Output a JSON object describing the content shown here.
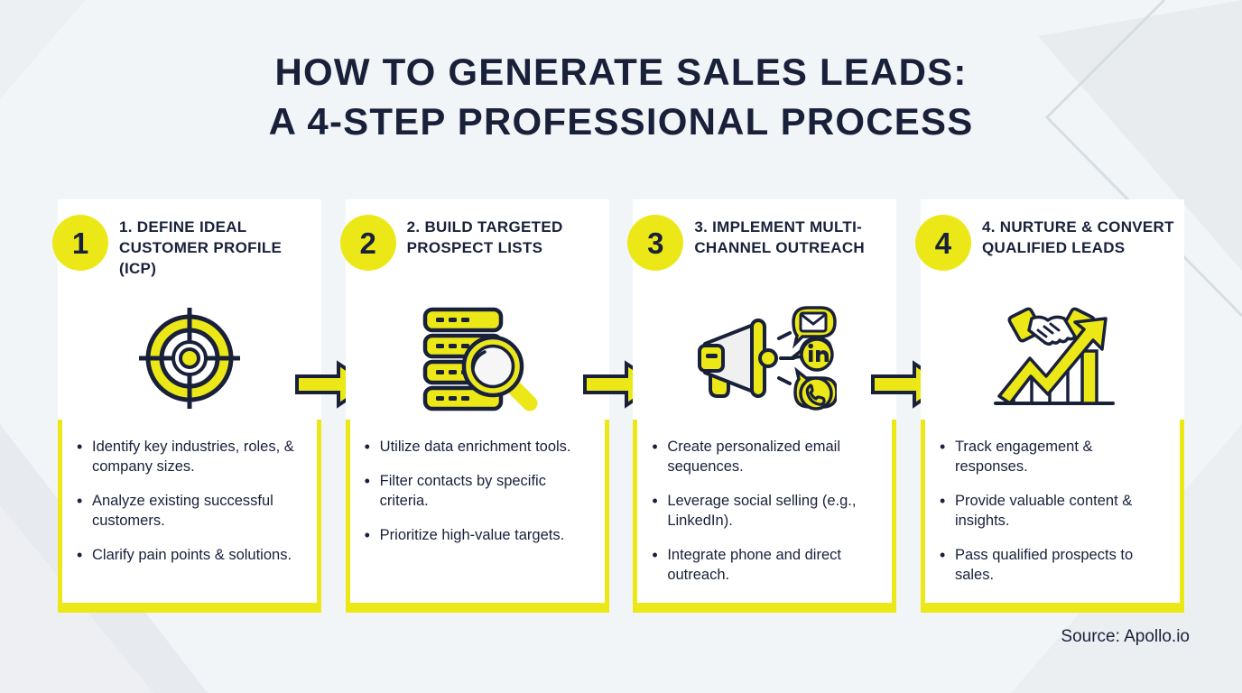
{
  "title": {
    "line1": "HOW TO GENERATE SALES LEADS:",
    "line2": "A 4-STEP PROFESSIONAL PROCESS"
  },
  "colors": {
    "accent_yellow": "#ece818",
    "dark_navy": "#19213a",
    "background": "#f2f5f7",
    "card_background": "#ffffff"
  },
  "steps": [
    {
      "number": "1",
      "title": "1. DEFINE IDEAL CUSTOMER PROFILE (ICP)",
      "icon": "target-crosshair-icon",
      "bullets": [
        "Identify key industries, roles, & company sizes.",
        "Analyze existing successful customers.",
        "Clarify pain points & solutions."
      ]
    },
    {
      "number": "2",
      "title": "2. BUILD TARGETED PROSPECT LISTS",
      "icon": "database-search-icon",
      "bullets": [
        "Utilize data enrichment tools.",
        "Filter contacts by specific criteria.",
        "Prioritize high-value targets."
      ]
    },
    {
      "number": "3",
      "title": "3. IMPLEMENT MULTI-CHANNEL OUTREACH",
      "icon": "megaphone-channels-icon",
      "bullets": [
        "Create personalized email sequences.",
        "Leverage social selling (e.g., LinkedIn).",
        "Integrate phone and direct outreach."
      ]
    },
    {
      "number": "4",
      "title": "4. NURTURE & CONVERT QUALIFIED LEADS",
      "icon": "handshake-growth-chart-icon",
      "bullets": [
        "Track engagement & responses.",
        "Provide valuable content & insights.",
        "Pass qualified prospects to sales."
      ]
    }
  ],
  "connectors": [
    {
      "icon": "arrow-right-icon"
    },
    {
      "icon": "arrow-right-icon"
    },
    {
      "icon": "arrow-right-icon"
    }
  ],
  "source": "Source: Apollo.io"
}
